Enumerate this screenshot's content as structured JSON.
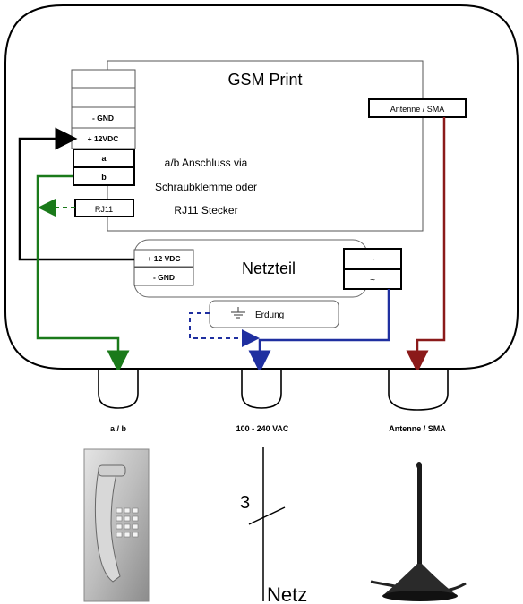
{
  "gsm_board": {
    "title": "GSM Print",
    "terminals": [
      "",
      "",
      "- GND",
      "+ 12VDC",
      "a",
      "b",
      "RJ11"
    ],
    "connection_text": [
      "a/b Anschluss via",
      "Schraubklemme oder",
      "RJ11 Stecker"
    ],
    "antenna_label": "Antenne / SMA"
  },
  "power_supply": {
    "title": "Netzteil",
    "dc_terminals": [
      "+ 12 VDC",
      "- GND"
    ],
    "ac_terminals": [
      "~",
      "~"
    ],
    "earth_label": "Erdung"
  },
  "ports": [
    {
      "label": "a / b"
    },
    {
      "label": "100 - 240 VAC"
    },
    {
      "label": "Antenne / SMA"
    }
  ],
  "mains_symbol": {
    "phase_count": "3",
    "label": "Netz"
  },
  "colors": {
    "ab_line": "#1a7a1a",
    "ac_line": "#1f2fa0",
    "antenna_line": "#8b1a1a",
    "dc_line": "#000000"
  },
  "icons": [
    "ground-icon",
    "door-intercom-keypad",
    "magnetic-antenna"
  ]
}
